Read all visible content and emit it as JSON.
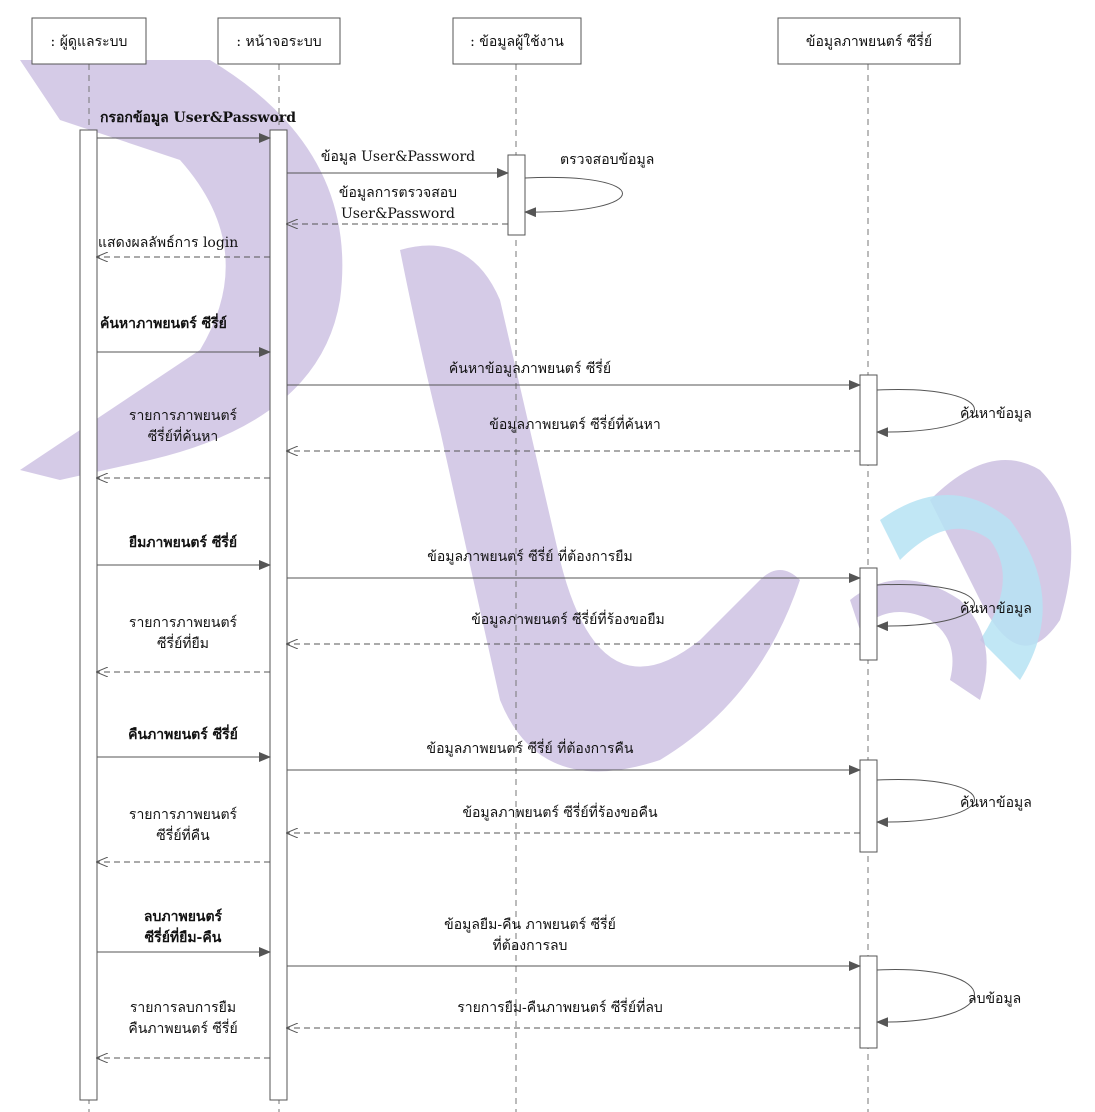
{
  "lifelines": [
    {
      "id": "admin",
      "label": ": ผู้ดูแลระบบ"
    },
    {
      "id": "screen",
      "label": ": หน้าจอระบบ"
    },
    {
      "id": "userdata",
      "label": ": ข้อมูลผู้ใช้งาน"
    },
    {
      "id": "moviedata",
      "label": "ข้อมูลภาพยนตร์ ซีรี่ย์"
    }
  ],
  "messages": [
    {
      "from": "admin",
      "to": "screen",
      "kind": "sync",
      "lines": [
        "กรอกข้อมูล User&Password"
      ],
      "bold": true
    },
    {
      "from": "screen",
      "to": "userdata",
      "kind": "sync",
      "lines": [
        "ข้อมูล User&Password"
      ]
    },
    {
      "from": "userdata",
      "to": "userdata",
      "kind": "self",
      "lines": [
        "ตรวจสอบข้อมูล"
      ]
    },
    {
      "from": "userdata",
      "to": "screen",
      "kind": "return",
      "lines": [
        "ข้อมูลการตรวจสอบ",
        "User&Password"
      ]
    },
    {
      "from": "screen",
      "to": "admin",
      "kind": "return",
      "lines": [
        "แสดงผลลัพธ์การ login"
      ]
    },
    {
      "from": "admin",
      "to": "screen",
      "kind": "sync",
      "lines": [
        "ค้นหาภาพยนตร์ ซีรี่ย์"
      ],
      "bold": true
    },
    {
      "from": "screen",
      "to": "moviedata",
      "kind": "sync",
      "lines": [
        "ค้นหาข้อมูลภาพยนตร์ ซีรี่ย์"
      ]
    },
    {
      "from": "moviedata",
      "to": "moviedata",
      "kind": "self",
      "lines": [
        "ค้นหาข้อมูล"
      ]
    },
    {
      "from": "moviedata",
      "to": "screen",
      "kind": "return",
      "lines": [
        "ข้อมูลภาพยนตร์ ซีรี่ย์ที่ค้นหา"
      ]
    },
    {
      "from": "screen",
      "to": "admin",
      "kind": "return",
      "lines": [
        "รายการภาพยนตร์",
        "ซีรี่ย์ที่ค้นหา"
      ]
    },
    {
      "from": "admin",
      "to": "screen",
      "kind": "sync",
      "lines": [
        "ยืมภาพยนตร์ ซีรี่ย์"
      ],
      "bold": true
    },
    {
      "from": "screen",
      "to": "moviedata",
      "kind": "sync",
      "lines": [
        "ข้อมูลภาพยนตร์ ซีรี่ย์ ที่ต้องการยืม"
      ]
    },
    {
      "from": "moviedata",
      "to": "moviedata",
      "kind": "self",
      "lines": [
        "ค้นหาข้อมูล"
      ]
    },
    {
      "from": "moviedata",
      "to": "screen",
      "kind": "return",
      "lines": [
        "ข้อมูลภาพยนตร์ ซีรี่ย์ที่ร้องขอยืม"
      ]
    },
    {
      "from": "screen",
      "to": "admin",
      "kind": "return",
      "lines": [
        "รายการภาพยนตร์",
        "ซีรี่ย์ที่ยืม"
      ]
    },
    {
      "from": "admin",
      "to": "screen",
      "kind": "sync",
      "lines": [
        "คืนภาพยนตร์ ซีรี่ย์"
      ],
      "bold": true
    },
    {
      "from": "screen",
      "to": "moviedata",
      "kind": "sync",
      "lines": [
        "ข้อมูลภาพยนตร์ ซีรี่ย์ ที่ต้องการคืน"
      ]
    },
    {
      "from": "moviedata",
      "to": "moviedata",
      "kind": "self",
      "lines": [
        "ค้นหาข้อมูล"
      ]
    },
    {
      "from": "moviedata",
      "to": "screen",
      "kind": "return",
      "lines": [
        "ข้อมูลภาพยนตร์ ซีรี่ย์ที่ร้องขอคืน"
      ]
    },
    {
      "from": "screen",
      "to": "admin",
      "kind": "return",
      "lines": [
        "รายการภาพยนตร์",
        "ซีรี่ย์ที่คืน"
      ]
    },
    {
      "from": "admin",
      "to": "screen",
      "kind": "sync",
      "lines": [
        "ลบภาพยนตร์",
        "ซีรี่ย์ที่ยืม-คืน"
      ],
      "bold": true
    },
    {
      "from": "screen",
      "to": "moviedata",
      "kind": "sync",
      "lines": [
        "ข้อมูลยืม-คืน ภาพยนตร์ ซีรี่ย์",
        "ที่ต้องการลบ"
      ]
    },
    {
      "from": "moviedata",
      "to": "moviedata",
      "kind": "self",
      "lines": [
        "ลบข้อมูล"
      ]
    },
    {
      "from": "moviedata",
      "to": "screen",
      "kind": "return",
      "lines": [
        "รายการยืม-คืนภาพยนตร์ ซีรี่ย์ที่ลบ"
      ]
    },
    {
      "from": "screen",
      "to": "admin",
      "kind": "return",
      "lines": [
        "รายการลบการยืม",
        "คืนภาพยนตร์ ซีรี่ย์"
      ]
    }
  ],
  "colors": {
    "line": "#555555",
    "dash": "#777777",
    "watermark_purple": "#c9bde0",
    "watermark_blue": "#b6e3f3"
  }
}
